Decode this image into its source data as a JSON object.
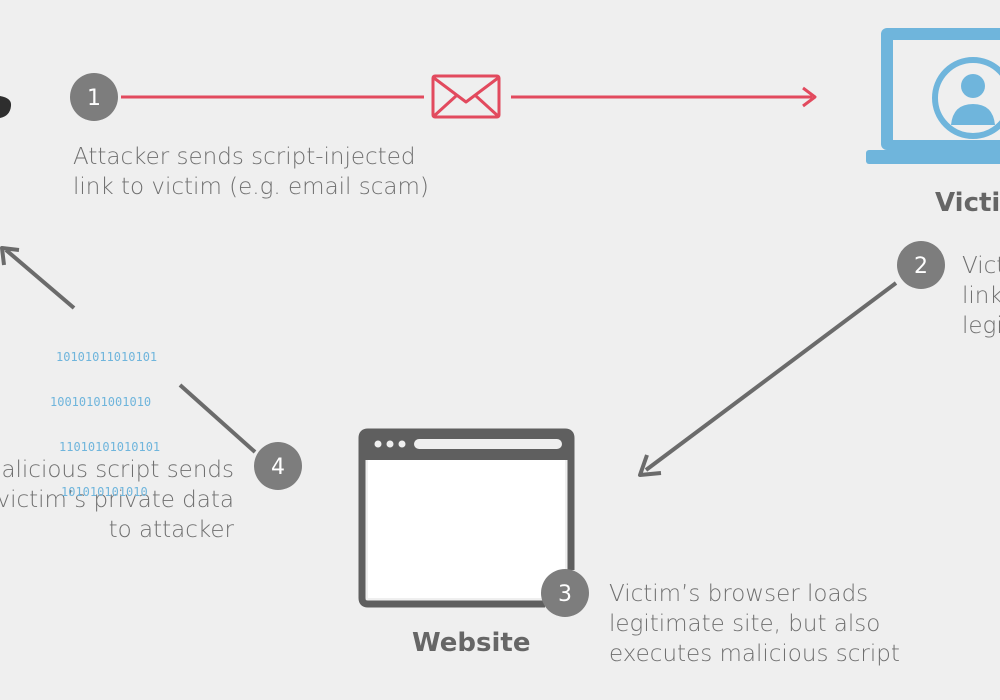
{
  "steps": [
    {
      "number": "1",
      "lines": [
        "Attacker sends script-injected",
        "link to victim (e.g. email scam)"
      ]
    },
    {
      "number": "2",
      "lines": [
        "Vict",
        "link",
        "legi"
      ]
    },
    {
      "number": "3",
      "lines": [
        "Victim’s browser loads",
        "legitimate site, but also",
        "executes malicious script"
      ]
    },
    {
      "number": "4",
      "lines": [
        "alicious script sends",
        "victim’s private data",
        "to attacker"
      ]
    }
  ],
  "labels": {
    "victim": "Victi",
    "website": "Website"
  },
  "binary_lines": [
    "10101011010101",
    "10010101001010",
    "11010101010101",
    "101010101010"
  ],
  "colors": {
    "background": "#efefef",
    "arrow_red": "#e24a5e",
    "arrow_grey": "#6b6b6b",
    "badge": "#7d7d7d",
    "laptop_blue": "#6fb5dc",
    "browser_dark": "#5f5f5f"
  },
  "icons": {
    "email": "envelope-icon",
    "victim": "laptop-user-icon",
    "website": "browser-window-icon",
    "attacker": "attacker-icon"
  }
}
